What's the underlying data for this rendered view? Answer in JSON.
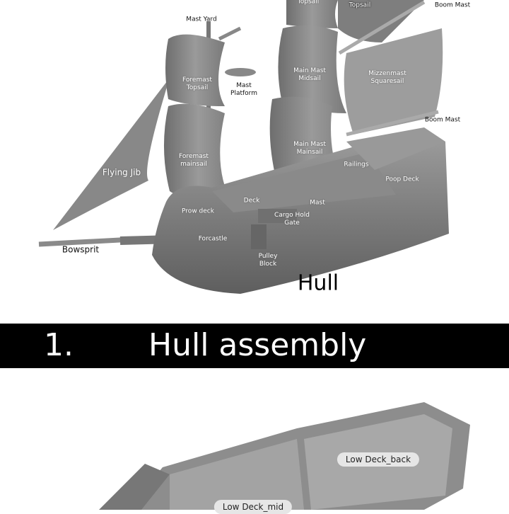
{
  "top_labels": {
    "topsail_main": "Topsail",
    "topsail_mizzen": "Topsail",
    "boom_mast_top": "Boom Mast",
    "mast_yard": "Mast Yard",
    "foremast_topsail": "Foremast\nTopsail",
    "mast_platform": "Mast\nPlatform",
    "main_mast_midsail": "Main Mast\nMidsail",
    "mizzenmast_squaresail": "Mizzenmast\nSquaresail",
    "boom_mast": "Boom Mast",
    "flying_jib": "Flying Jib",
    "foremast_mainsail": "Foremast\nmainsail",
    "main_mast_mainsail": "Main Mast\nMainsail",
    "railings": "Railings",
    "poop_deck": "Poop Deck",
    "deck": "Deck",
    "mast": "Mast",
    "prow_deck": "Prow deck",
    "cargo_hold_gate": "Cargo Hold\nGate",
    "forcastle": "Forcastle",
    "pulley_block": "Pulley\nBlock",
    "bowsprit": "Bowsprit",
    "hull": "Hull"
  },
  "section": {
    "number": "1.",
    "title": "Hull assembly"
  },
  "bottom_labels": {
    "low_deck_back": "Low Deck_back",
    "low_deck_mid": "Low Deck_mid"
  }
}
